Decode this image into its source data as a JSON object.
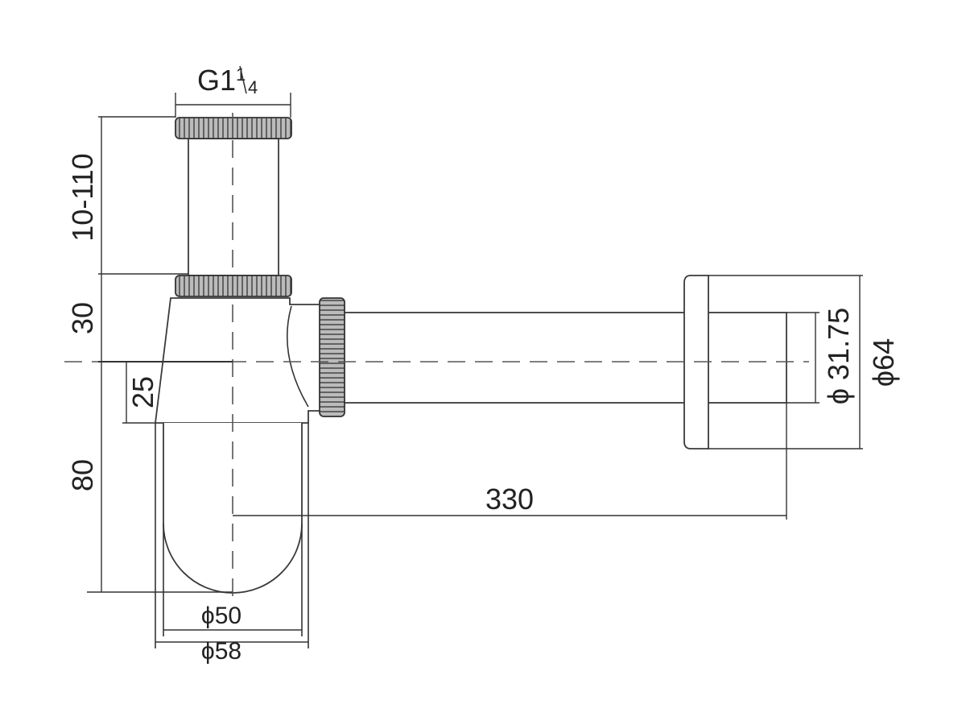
{
  "title": "Bottle trap dimensional drawing",
  "dimensions": {
    "thread": {
      "main": "G1",
      "sup": "1",
      "sub": "4"
    },
    "height_range": "10-110",
    "upper_offset": "30",
    "outlet_offset": "25",
    "lower_height": "80",
    "outlet_length": "330",
    "dia_50": "ϕ50",
    "dia_58": "ϕ58",
    "dia_31_75": "ϕ 31.75",
    "dia_64": "ϕ64"
  }
}
